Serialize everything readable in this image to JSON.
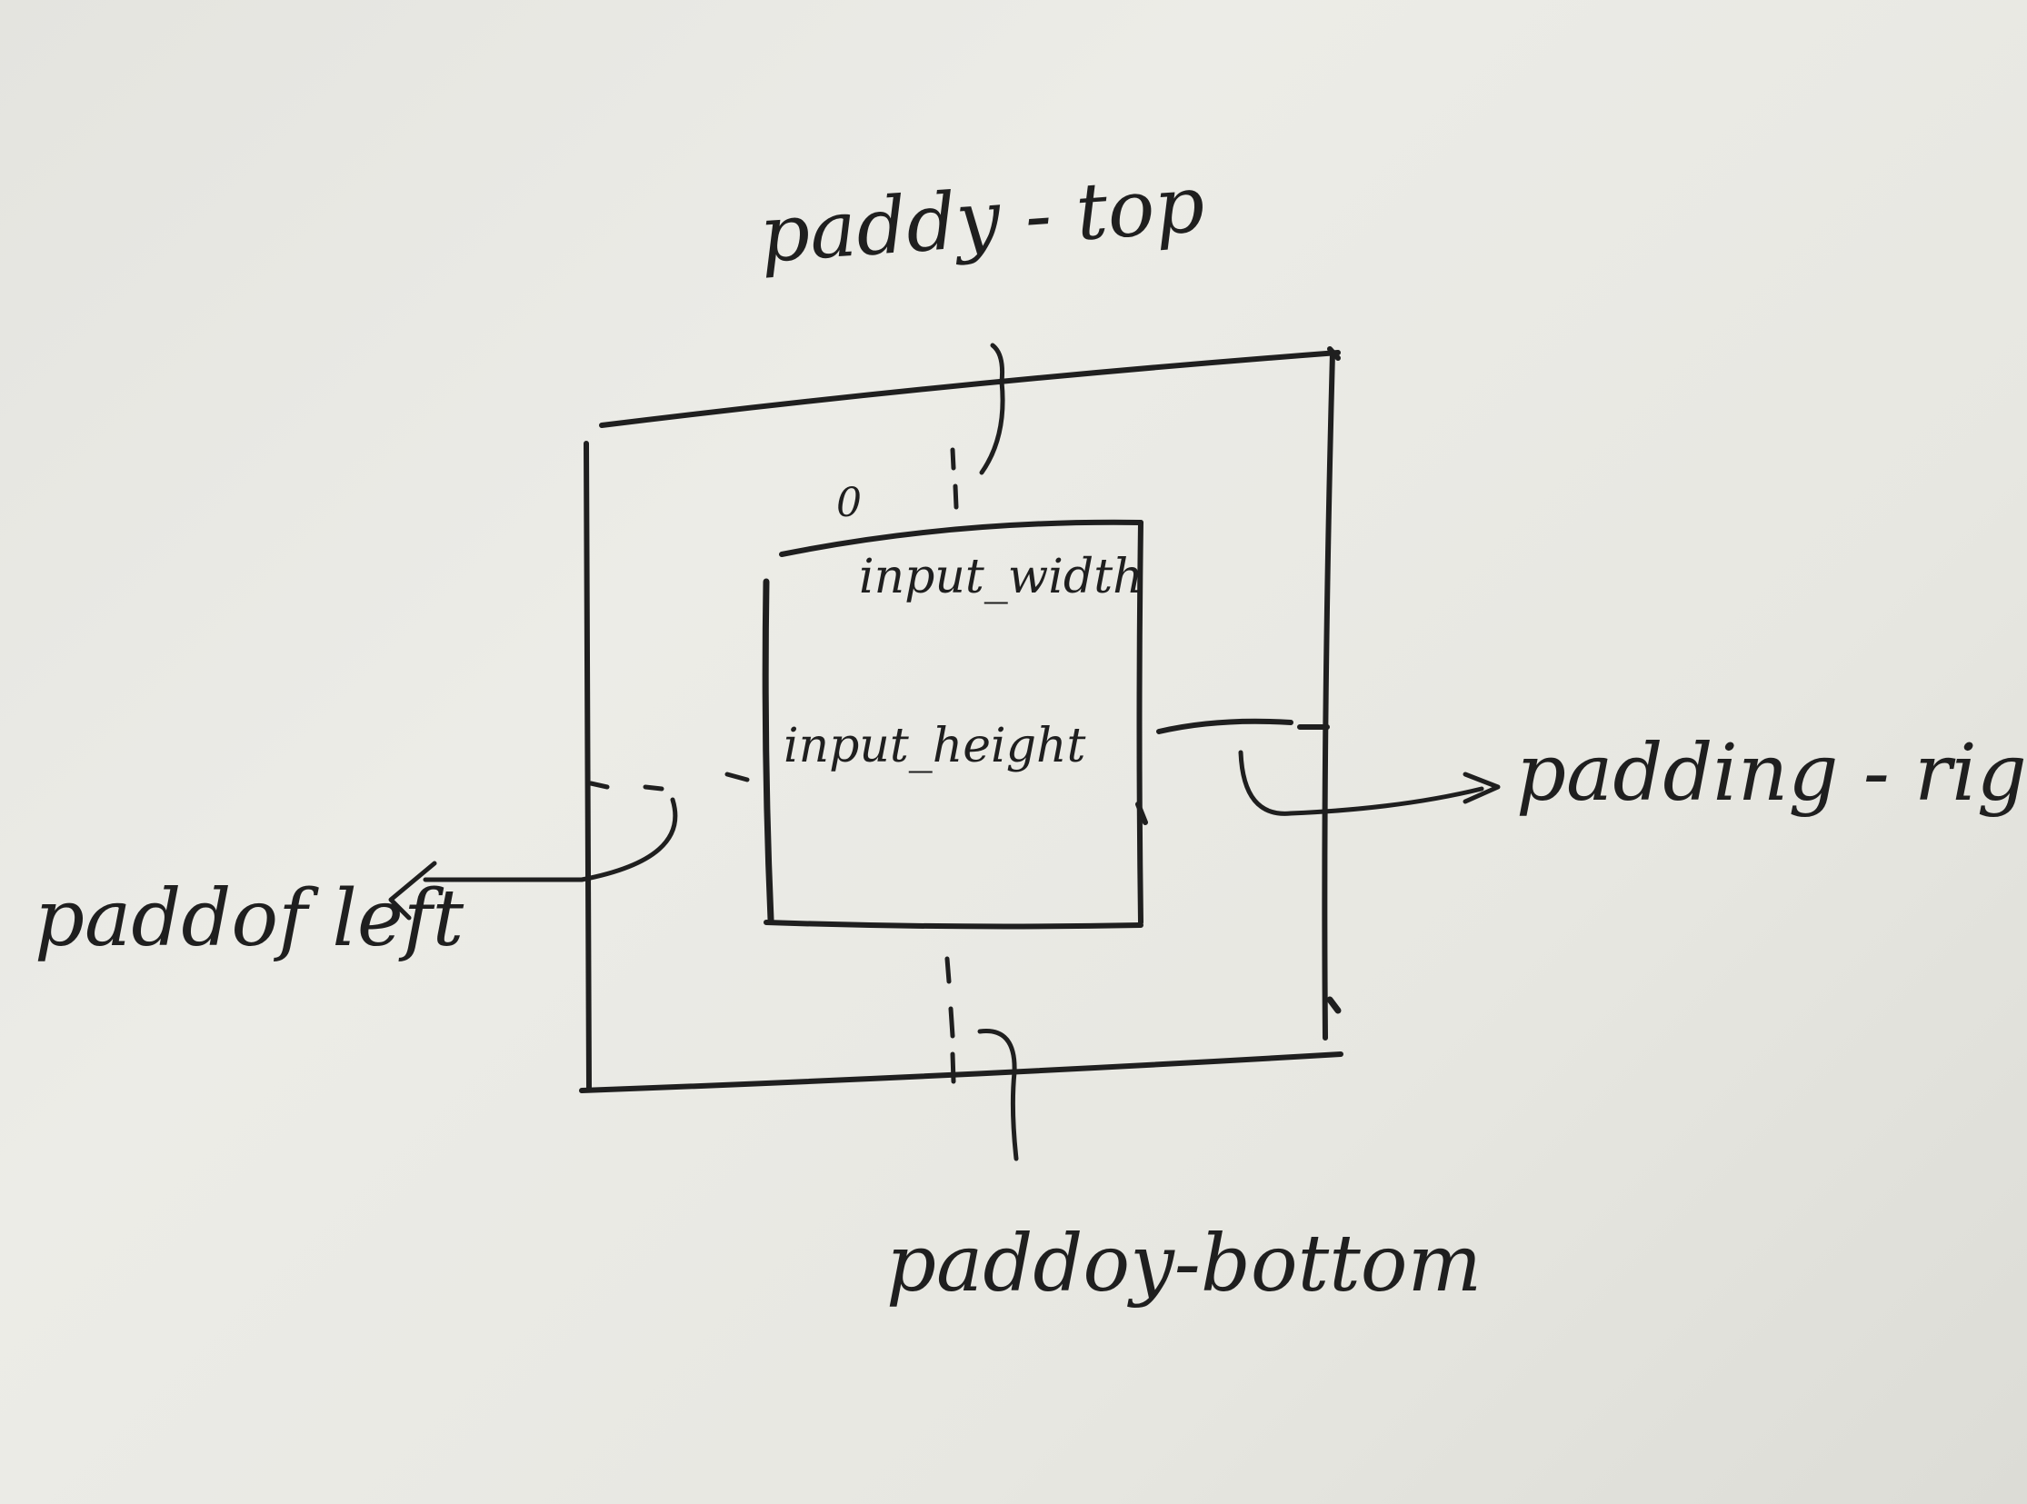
{
  "labels": {
    "padding_top": "paddy - top",
    "padding_bottom": "paddoy-bottom",
    "padding_left": "paddof left",
    "padding_right": "padding - right",
    "input_width": "input_width",
    "input_height": "input_height",
    "origin": "0"
  },
  "colors": {
    "ink": "#1f1f1f",
    "paper": "#e9e9e4"
  }
}
